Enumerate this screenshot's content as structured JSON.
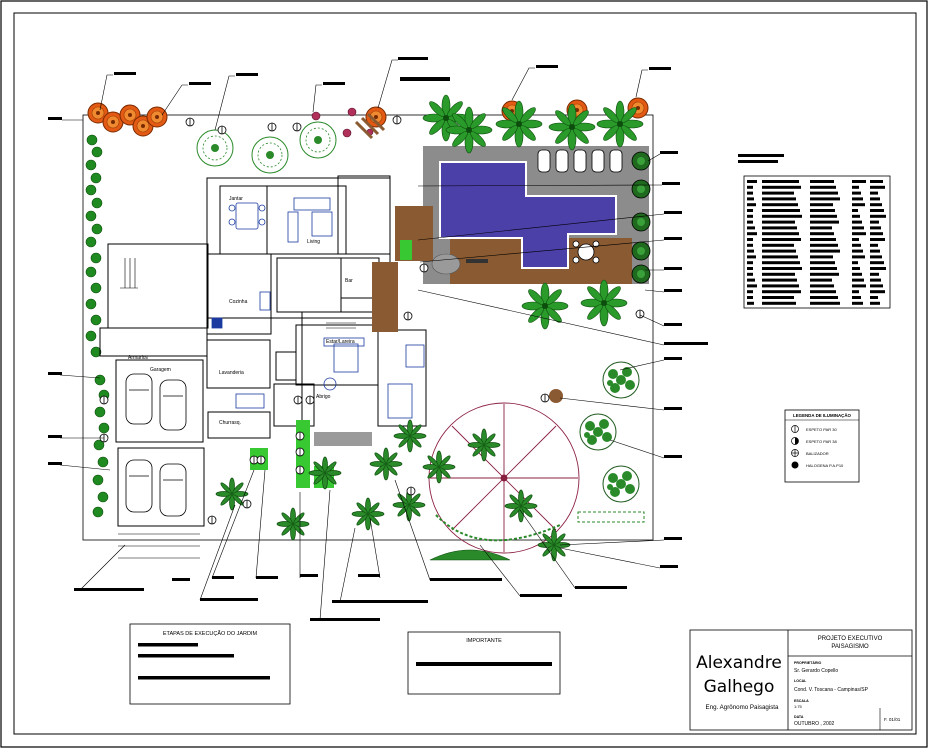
{
  "rooms": {
    "jantar": "Jantar",
    "living": "Living",
    "cozinha": "Cozinha",
    "bar": "Bar",
    "estar_lareira": "Estar/Lareira",
    "armarios": "Armarios",
    "garagem": "Garagem",
    "lavanderia": "Lavanderia",
    "churrasqueira": "Churrasq.",
    "abrigo": "Abrigo"
  },
  "lighting_legend": {
    "title": "LEGENDA DE ILUMINAÇÃO",
    "items": [
      {
        "symbol": "spot-a-icon",
        "label": "ESPETO PAR 30"
      },
      {
        "symbol": "spot-b-icon",
        "label": "ESPETO PAR 38"
      },
      {
        "symbol": "balizador-icon",
        "label": "BALIZADOR"
      },
      {
        "symbol": "halogen-icon",
        "label": "HALOGENA P.A.P10"
      }
    ]
  },
  "stages_box": {
    "title": "ETAPAS DE EXECUÇÃO DO JARDIM"
  },
  "important_box": {
    "title": "IMPORTANTE"
  },
  "title_block": {
    "signature_line1": "Alexandre",
    "signature_line2": "Galhego",
    "signature_caption": "Eng. Agrônomo Paisagista",
    "project_title_line1": "PROJETO EXECUTIVO",
    "project_title_line2": "PAISAGISMO",
    "owner_label": "PROPRIETÁRIO",
    "owner_value": "Sr. Gerardo Copello",
    "location_label": "LOCAL",
    "location_value": "Cond. V. Toscana - Campinas/SP",
    "scale_label": "ESCALA",
    "scale_value": "1:75",
    "date_label": "DATA",
    "date_value": "OUTUBRO , 2002",
    "sheet_value": "F. 01/01"
  },
  "colors": {
    "pool": "#4b3fa8",
    "deck": "#8a5a32",
    "paving": "#8c8c8c",
    "lawn": "#38c832",
    "palm": "#1f8a1f",
    "orange_tree": "#e25a14",
    "pergola": "#b0305a"
  }
}
